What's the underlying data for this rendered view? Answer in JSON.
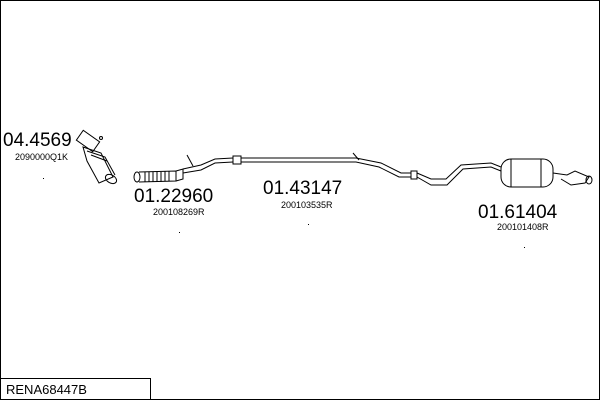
{
  "reference": "RENA68447B",
  "parts": [
    {
      "part_number": "04.4569",
      "oem_number": "2090000Q1K"
    },
    {
      "part_number": "01.22960",
      "oem_number": "200108269R"
    },
    {
      "part_number": "01.43147",
      "oem_number": "200103535R"
    },
    {
      "part_number": "01.61404",
      "oem_number": "200101408R"
    }
  ]
}
